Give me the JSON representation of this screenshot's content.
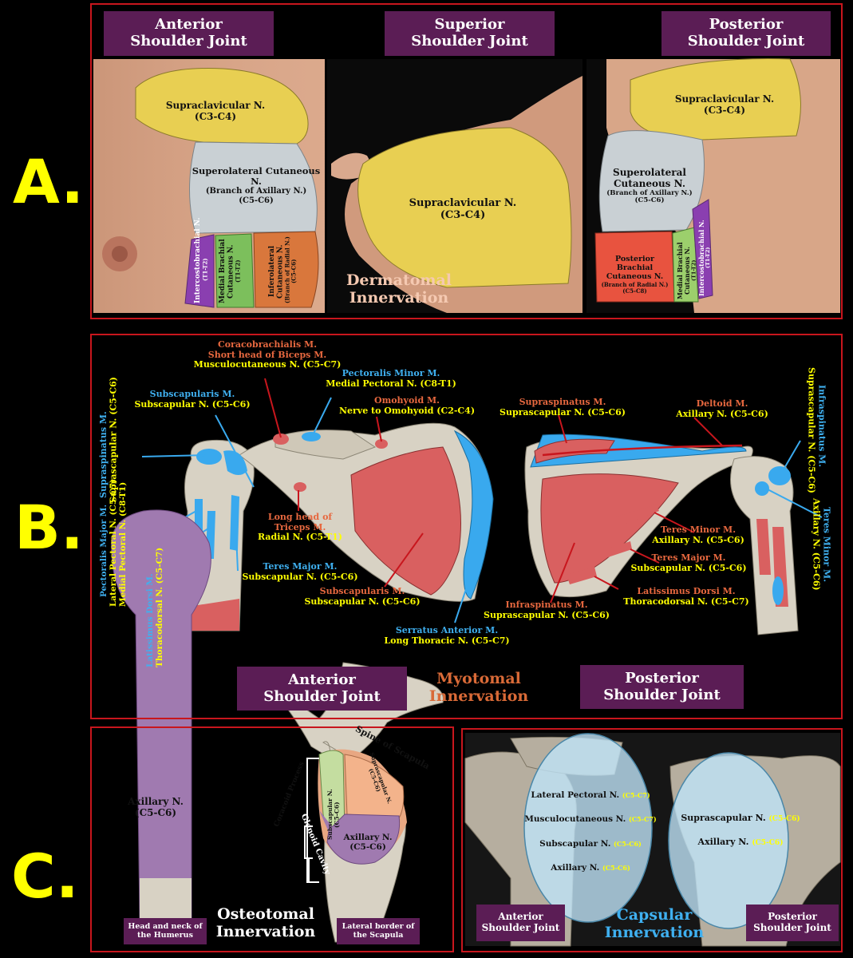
{
  "section_a": {
    "letter": "A.",
    "panels": [
      {
        "line1": "Anterior",
        "line2": "Shoulder Joint"
      },
      {
        "line1": "Superior",
        "line2": "Shoulder Joint"
      },
      {
        "line1": "Posterior",
        "line2": "Shoulder Joint"
      }
    ],
    "caption": {
      "line1": "Dermatomal",
      "line2": "Innervation"
    },
    "anterior": {
      "supraclav": {
        "name": "Supraclavicular N.",
        "roots": "(C3-C4)"
      },
      "superolat": {
        "line1": "Superolateral Cutaneous",
        "line2": "N.",
        "line3": "(Branch of Axillary N.)",
        "roots": "(C5-C6)"
      },
      "intercosto": {
        "name": "Intercostobrachial N.",
        "roots": "(T1-T2)"
      },
      "medial": {
        "line1": "Medial Brachial",
        "line2": "Cutaneous N.",
        "roots": "(T1-T2)"
      },
      "inferolat": {
        "line1": "Inferolateral",
        "line2": "Cutaneous N.",
        "line3": "(Branch of Radial N.)",
        "roots": "(C5-C6)"
      }
    },
    "superior": {
      "supraclav": {
        "name": "Supraclavicular N.",
        "roots": "(C3-C4)"
      }
    },
    "posterior": {
      "supraclav": {
        "name": "Supraclavicular N.",
        "roots": "(C3-C4)"
      },
      "superolat": {
        "line1": "Superolateral",
        "line2": "Cutaneous N.",
        "line3": "(Branch of Axillary N.)",
        "roots": "(C5-C6)"
      },
      "post_brachial": {
        "line1": "Posterior",
        "line2": "Brachial",
        "line3": "Cutaneous N.",
        "line4": "(Branch of Radial N.)",
        "roots": "(C5-C8)"
      },
      "medial": {
        "line1": "Medial Brachial",
        "line2": "Cutaneous N.",
        "roots": "(T1-T2)"
      },
      "intercosto": {
        "name": "Intercostobrachial N.",
        "roots": "(T1-T2)"
      }
    }
  },
  "section_b": {
    "letter": "B.",
    "panels": [
      {
        "line1": "Anterior",
        "line2": "Shoulder Joint"
      },
      {
        "line1": "Posterior",
        "line2": "Shoulder Joint"
      }
    ],
    "caption": {
      "line1": "Myotomal",
      "line2": "Innervation"
    },
    "labels": {
      "coraco": {
        "muscle1": "Coracobrachialis M.",
        "muscle2": "Short head of Biceps M.",
        "nerve": "Musculocutaneous N. (C5-C7)"
      },
      "pec_minor": {
        "muscle": "Pectoralis Minor M.",
        "nerve": "Medial Pectoral N. (C8-T1)"
      },
      "subscap_top": {
        "muscle": "Subscapularis M.",
        "nerve": "Subscapular N. (C5-C6)"
      },
      "omohyoid": {
        "muscle": "Omohyoid M.",
        "nerve": "Nerve to Omohyoid (C2-C4)"
      },
      "supraspinatus_left": {
        "muscle": "Supraspinatus M.",
        "nerve": "Suprascapular N. (C5-C6)"
      },
      "pec_major": {
        "muscle": "Pectoralis Major M.",
        "nerve1": "Lateral Pectoral N. (C5-C7)",
        "nerve2": "Medial Pectoral N. (C8-T1)"
      },
      "lat_dorsi_left": {
        "muscle": "Latissimus Dorsi M.",
        "nerve": "Thoracodorsal N. (C5-C7)"
      },
      "long_triceps": {
        "muscle1": "Long head of",
        "muscle2": "Triceps M.",
        "nerve": "Radial N. (C5-T1)"
      },
      "teres_major_left": {
        "muscle": "Teres Major M.",
        "nerve": "Subscapular N. (C5-C6)"
      },
      "subscap_body": {
        "muscle": "Subscapularis M.",
        "nerve": "Subscapular N. (C5-C6)"
      },
      "serratus": {
        "muscle": "Serratus Anterior M.",
        "nerve": "Long Thoracic N. (C5-C7)"
      },
      "supraspinatus_right": {
        "muscle": "Supraspinatus M.",
        "nerve": "Suprascapular N. (C5-C6)"
      },
      "deltoid": {
        "muscle": "Deltoid M.",
        "nerve": "Axillary N. (C5-C6)"
      },
      "infraspinatus_vert": {
        "muscle": "Infraspinatus M.",
        "nerve": "Suprascapular N. (C5-C6)"
      },
      "teres_minor_vert": {
        "muscle": "Teres Minor M.",
        "nerve": "Axillary N. (C5-C6)"
      },
      "teres_minor": {
        "muscle": "Teres Minor M.",
        "nerve": "Axillary N. (C5-C6)"
      },
      "teres_major_right": {
        "muscle": "Teres Major M.",
        "nerve": "Subscapular N. (C5-C6)"
      },
      "lat_dorsi_right": {
        "muscle": "Latissimus Dorsi M.",
        "nerve": "Thoracodorsal N. (C5-C7)"
      },
      "infraspinatus": {
        "muscle": "Infraspinatus M.",
        "nerve": "Suprascapular N. (C5-C6)"
      }
    }
  },
  "section_c": {
    "letter": "C.",
    "osteo": {
      "axillary": {
        "name": "Axillary N.",
        "roots": "(C5-C6)"
      },
      "spine": "Spine of Scapula",
      "coracoid": "Coracoid Process",
      "glenoid": "Glenoid Cavity",
      "subscap": {
        "name": "Subscapular N.",
        "roots": "(C5-C6)"
      },
      "suprascap": {
        "name": "Suprascapular N.",
        "roots": "(C5-C6)"
      },
      "axillary_glenoid": {
        "name": "Axillary N.",
        "roots": "(C5-C6)"
      },
      "humerus_tag": {
        "line1": "Head and neck of",
        "line2": "the Humerus"
      },
      "scapula_tag": {
        "line1": "Lateral border of",
        "line2": "the Scapula"
      },
      "caption": {
        "line1": "Osteotomal",
        "line2": "Innervation"
      }
    },
    "capsular": {
      "anterior": [
        {
          "name": "Lateral Pectoral N.",
          "roots": "(C5-C7)"
        },
        {
          "name": "Musculocutaneous N.",
          "roots": "(C5-C7)"
        },
        {
          "name": "Subscapular N.",
          "roots": "(C5-C6)"
        },
        {
          "name": "Axillary N.",
          "roots": "(C5-C6)"
        }
      ],
      "posterior": [
        {
          "name": "Suprascapular N.",
          "roots": "(C5-C6)"
        },
        {
          "name": "Axillary N.",
          "roots": "(C5-C6)"
        }
      ],
      "panels": [
        {
          "line1": "Anterior",
          "line2": "Shoulder Joint"
        },
        {
          "line1": "Posterior",
          "line2": "Shoulder Joint"
        }
      ],
      "caption": {
        "line1": "Capsular",
        "line2": "Innervation"
      }
    }
  },
  "colors": {
    "frame": "#c8161d",
    "letter": "#ffff00",
    "panel": "#5b1d55",
    "supraclavicular": "#e8cf52",
    "superolateral": "#c9d0d4",
    "intercostobrachial": "#8a3fb0",
    "medial_brachial": "#7cbf5c",
    "inferolateral": "#d9773c",
    "posterior_brachial": "#e8533f",
    "muscle": "#d96060",
    "muscle_blue": "#39a9ee",
    "bone": "#d8d2c4",
    "capsule": "#bfe4f7"
  }
}
